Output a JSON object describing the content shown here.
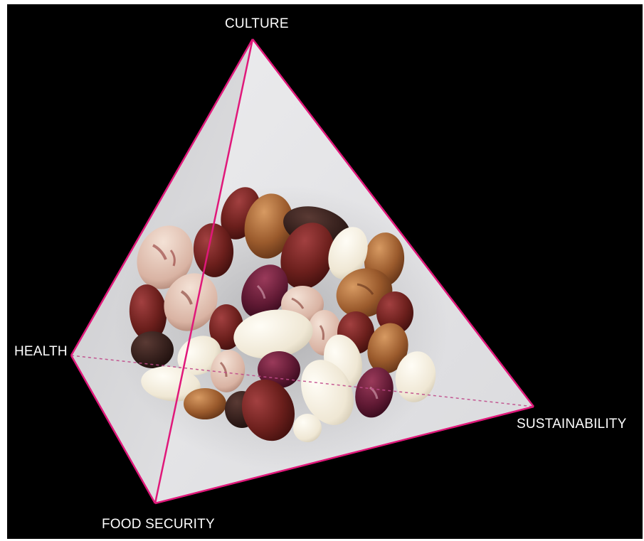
{
  "vertices": {
    "top": "CULTURE",
    "left": "HEALTH",
    "right": "SUSTAINABILITY",
    "bottom": "FOOD SECURITY"
  },
  "colors": {
    "background": "#000000",
    "edge": "#e0187a",
    "face": "#d9d9dc"
  },
  "image_content": "pile of mixed dry beans"
}
